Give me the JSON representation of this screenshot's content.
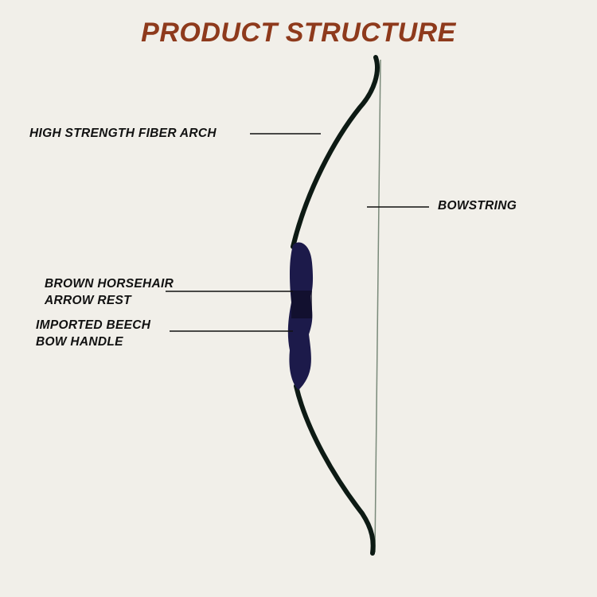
{
  "title": "PRODUCT STRUCTURE",
  "labels": {
    "arch": "HIGH STRENGTH FIBER ARCH",
    "bowstring": "BOWSTRING",
    "arrow_rest_1": "BROWN HORSEHAIR",
    "arrow_rest_2": "ARROW REST",
    "handle_1": "IMPORTED BEECH",
    "handle_2": "BOW HANDLE"
  },
  "colors": {
    "title": "#8e3a1c",
    "background": "#f1efe9",
    "handle": "#1c1a4a",
    "limb": "#0d1a14"
  }
}
